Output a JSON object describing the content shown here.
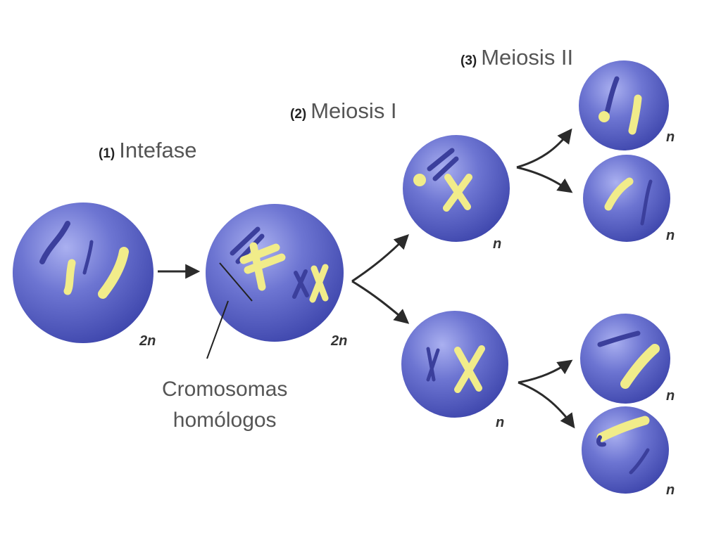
{
  "stages": [
    {
      "number": "(1)",
      "name": "Intefase"
    },
    {
      "number": "(2)",
      "name": "Meiosis I"
    },
    {
      "number": "(3)",
      "name": "Meiosis II"
    }
  ],
  "annotation": {
    "line1": "Cromosomas",
    "line2": "homólogos"
  },
  "ploidy": {
    "diploid": "2n",
    "haploid": "n"
  },
  "colors": {
    "cell": "#5a62c4",
    "chromosome_dark": "#3b3f9c",
    "chromosome_light": "#f1ec8a",
    "arrow": "#2b2b2b"
  }
}
